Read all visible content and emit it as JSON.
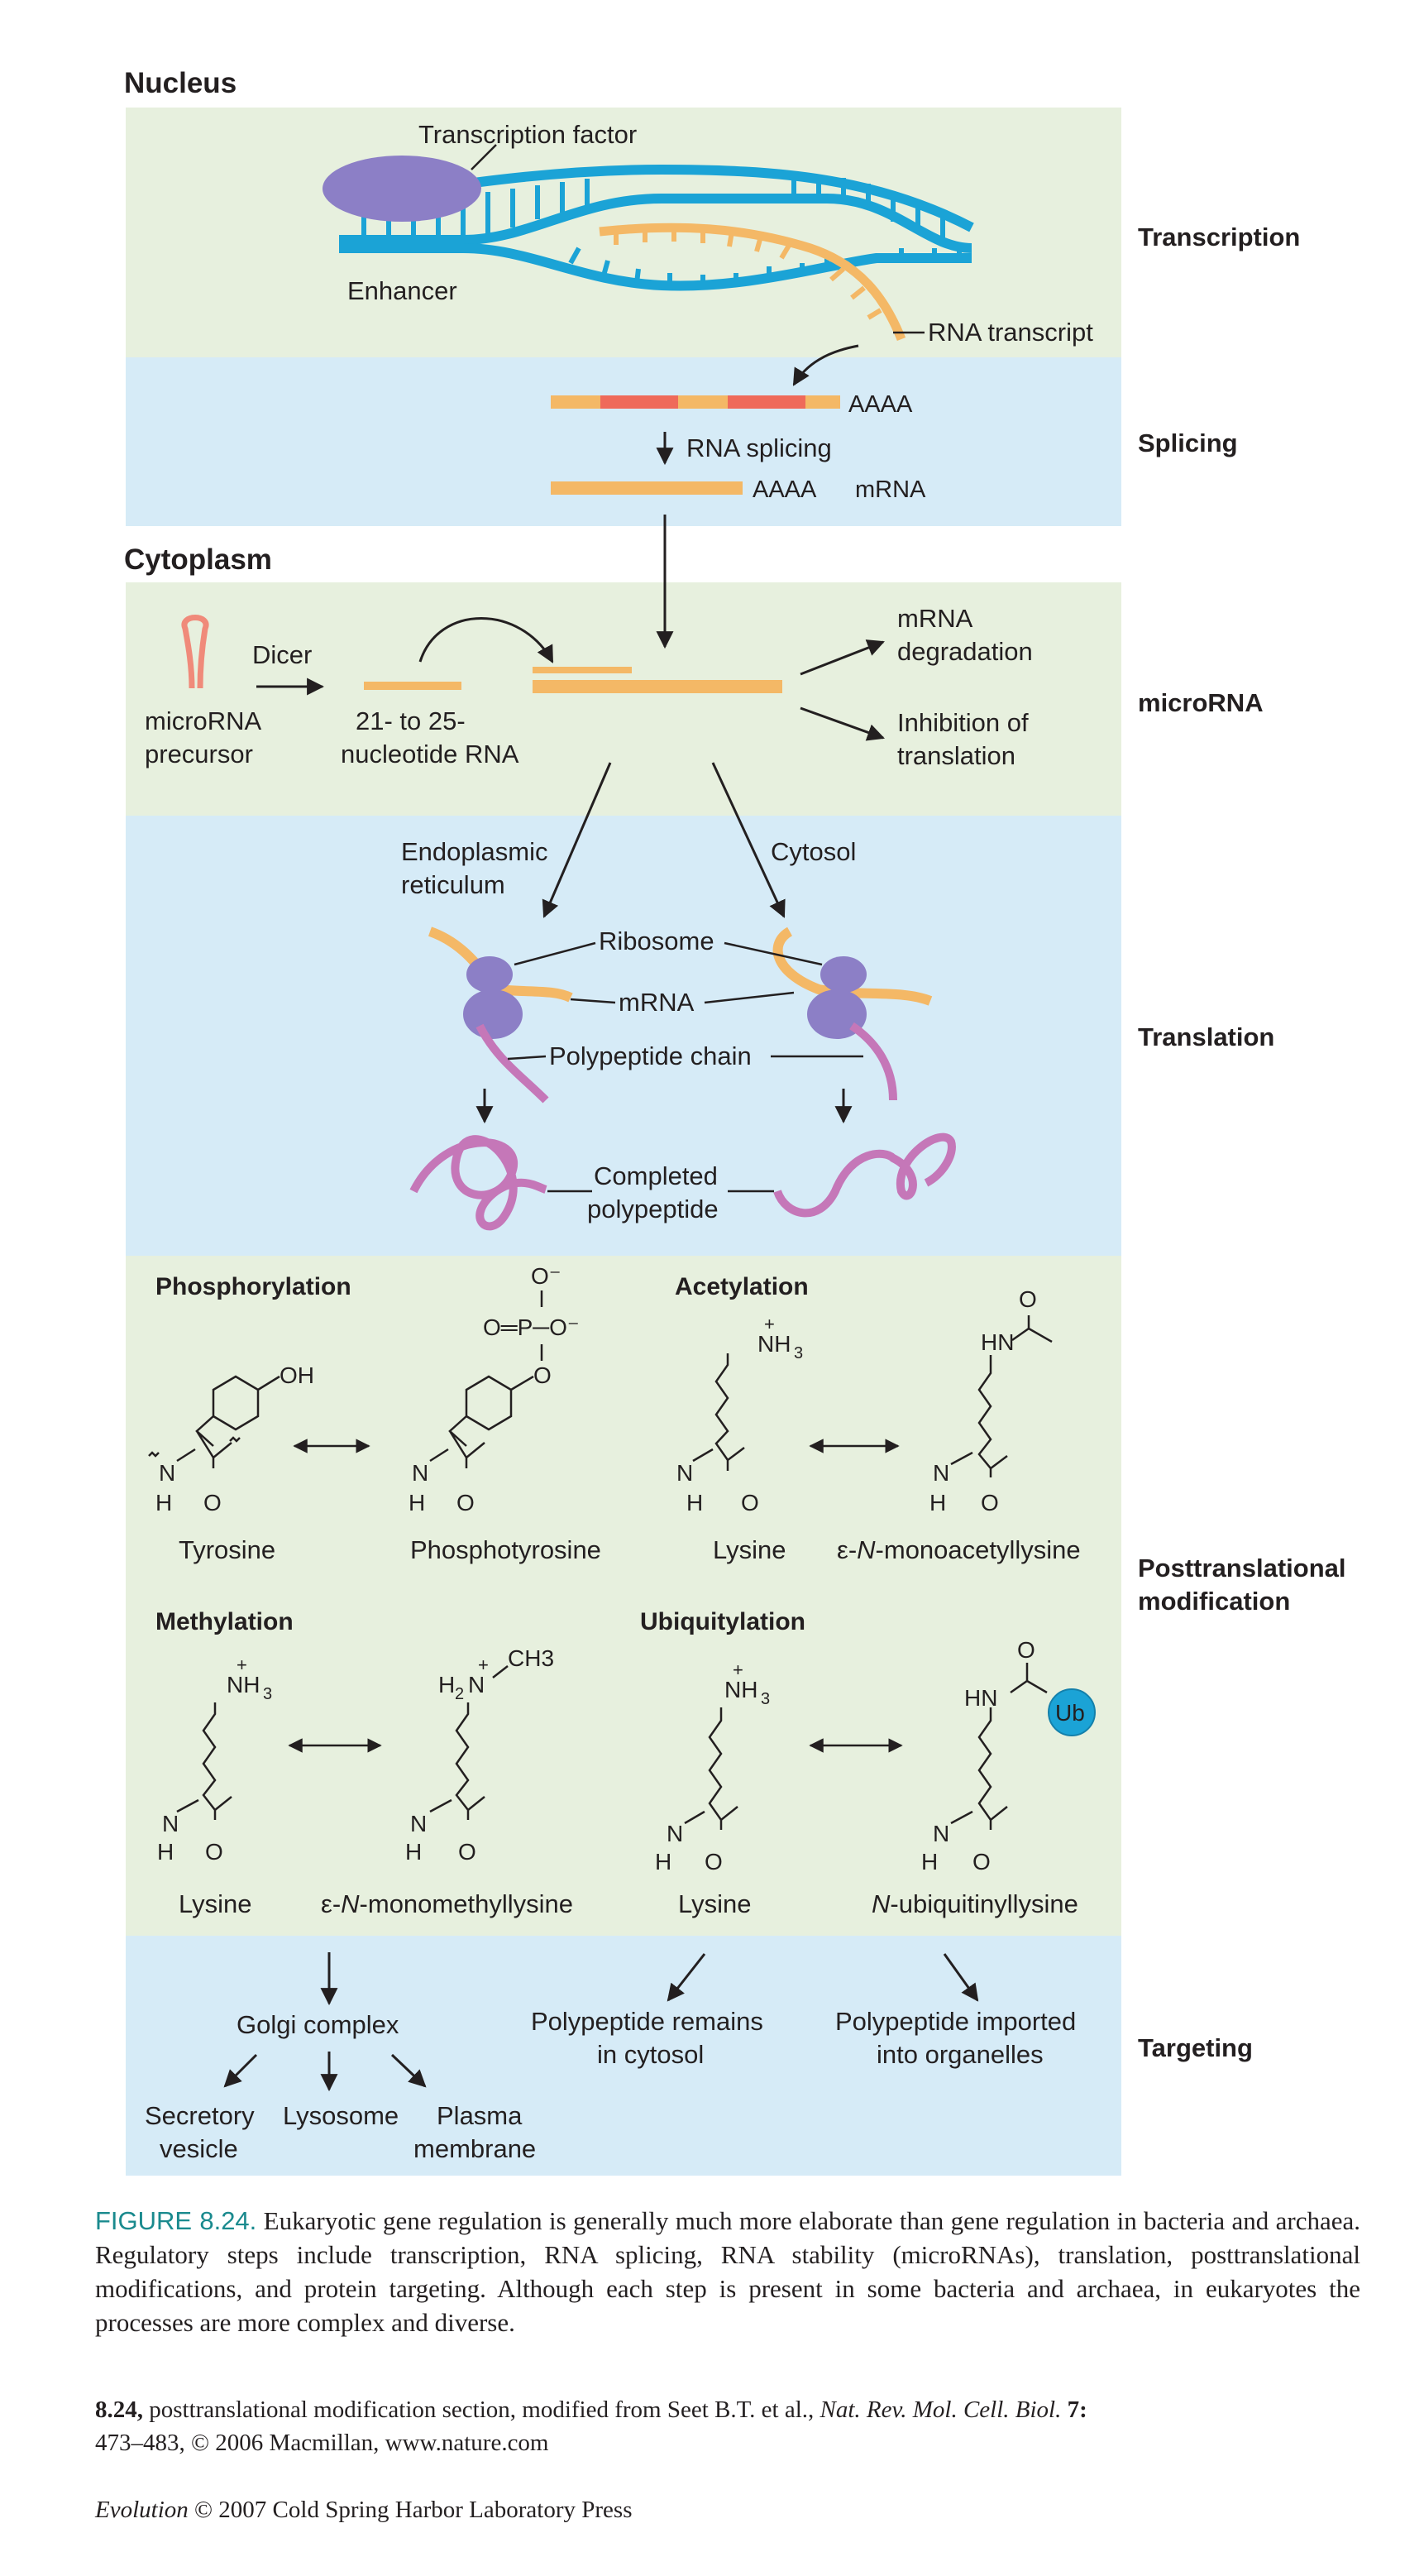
{
  "sections": {
    "nucleus": "Nucleus",
    "cytoplasm": "Cytoplasm"
  },
  "side_labels": {
    "transcription": "Transcription",
    "splicing": "Splicing",
    "microrna": "microRNA",
    "translation": "Translation",
    "ptm_1": "Posttranslational",
    "ptm_2": "modification",
    "targeting": "Targeting"
  },
  "transcription": {
    "factor": "Transcription factor",
    "enhancer": "Enhancer",
    "rna_transcript": "RNA transcript"
  },
  "splicing": {
    "polya_pre": "AAAA",
    "rna_splicing": "RNA splicing",
    "polya_mrna": "AAAA",
    "mrna": "mRNA"
  },
  "microrna": {
    "precursor_1": "microRNA",
    "precursor_2": "precursor",
    "dicer": "Dicer",
    "small_rna_1": "21- to 25-",
    "small_rna_2": "nucleotide RNA",
    "degradation_1": "mRNA",
    "degradation_2": "degradation",
    "inhibition_1": "Inhibition of",
    "inhibition_2": "translation"
  },
  "translation": {
    "er_1": "Endoplasmic",
    "er_2": "reticulum",
    "cytosol": "Cytosol",
    "ribosome": "Ribosome",
    "mrna": "mRNA",
    "polypeptide_chain": "Polypeptide chain",
    "completed_1": "Completed",
    "completed_2": "polypeptide"
  },
  "ptm": {
    "phosphorylation": "Phosphorylation",
    "acetylation": "Acetylation",
    "methylation": "Methylation",
    "ubiquitylation": "Ubiquitylation",
    "tyrosine": "Tyrosine",
    "phosphotyrosine": "Phosphotyrosine",
    "lysine_a": "Lysine",
    "monoacetyl_prefix": "ε-",
    "monoacetyl_italic": "N",
    "monoacetyl_suffix": "-monoacetyllysine",
    "lysine_m": "Lysine",
    "monomethyl_prefix": "ε-",
    "monomethyl_italic": "N",
    "monomethyl_suffix": "-monomethyllysine",
    "lysine_u": "Lysine",
    "ubiquitinyl_italic": "N",
    "ubiquitinyl_suffix": "-ubiquitinyllysine",
    "atoms": {
      "o_minus": "O⁻",
      "o_eq_p": "O═P─O⁻",
      "o": "O",
      "oh": "OH",
      "n": "N",
      "h": "H",
      "nh3": "NH",
      "three": "3",
      "plus": "+",
      "hn": "HN",
      "h2n": "H",
      "two": "2",
      "ch3": "CH3",
      "ub": "Ub"
    }
  },
  "targeting": {
    "golgi": "Golgi complex",
    "remains_1": "Polypeptide remains",
    "remains_2": "in cytosol",
    "imported_1": "Polypeptide imported",
    "imported_2": "into organelles",
    "secretory_1": "Secretory",
    "secretory_2": "vesicle",
    "lysosome": "Lysosome",
    "plasma_1": "Plasma",
    "plasma_2": "membrane"
  },
  "caption": {
    "label": "FIGURE 8.24.",
    "text": "Eukaryotic gene regulation is generally much more elaborate than gene regulation in bacteria and archaea. Regulatory steps include transcription, RNA splicing, RNA stability (microRNAs), translation, posttranslational modifications, and protein targeting. Although each step is present in some bacteria and archaea, in eukaryotes the processes are more complex and diverse.",
    "credit_1": "8.24,",
    "credit_2": "posttranslational modification section, modified from Seet B.T. et al.,",
    "credit_journal": "Nat. Rev. Mol. Cell. Biol.",
    "credit_volume": "7:",
    "credit_3": "473–483, © 2006 Macmillan, www.nature.com",
    "book": "Evolution",
    "copyright": "© 2007 Cold Spring Harbor Laboratory Press"
  },
  "colors": {
    "green_panel": "#e7f0de",
    "blue_panel": "#d6ebf7",
    "dna": "#1ba3d6",
    "rna": "#f4b866",
    "exon_red": "#ef6a5a",
    "ribosome": "#8c7fc6",
    "polypeptide": "#c577b8",
    "ub": "#1ba3d6",
    "caption_accent": "#1a8a8e"
  }
}
